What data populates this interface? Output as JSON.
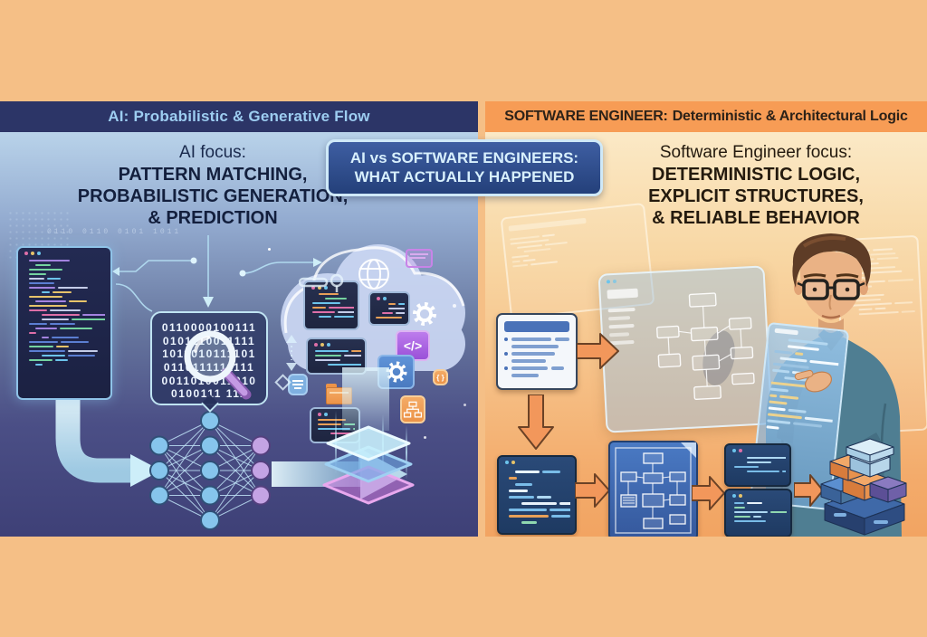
{
  "headers": {
    "left": "AI: Probabilistic & Generative Flow",
    "right_strong": "SOFTWARE ENGINEER:",
    "right_rest": "Deterministic & Architectural Logic"
  },
  "banner": {
    "line1": "AI vs SOFTWARE ENGINEERS:",
    "line2": "WHAT ACTUALLY HAPPENED"
  },
  "left_panel": {
    "focus_title": "AI focus:",
    "focus_line1": "PATTERN MATCHING,",
    "focus_line2": "PROBABILISTIC GENERATION,",
    "focus_line3": "& PREDICTION",
    "binary_rows": [
      "0110000100111",
      "0101110011111",
      "1011010111101",
      "0110111111111",
      "0011010011010",
      "0100111 111"
    ],
    "texture_binary": "0110 0110 0101 1011"
  },
  "right_panel": {
    "focus_title": "Software Engineer focus:",
    "focus_line1": "DETERMINISTIC LOGIC,",
    "focus_line2": "EXPLICIT STRUCTURES,",
    "focus_line3": "& RELIABLE BEHAVIOR"
  },
  "icons": {
    "code_tag": "</>"
  },
  "colors": {
    "background": "#f5bf86",
    "left_header_bg": "#2c3567",
    "left_header_text": "#9dcdf1",
    "right_header_bg": "#f79c55",
    "banner_bg": "#2f4c8c",
    "banner_border": "#cfe9f8",
    "orange_arrow": "#f2975b",
    "light_arrow": "#cfeef8",
    "neural_node_blue": "#86c5ec",
    "neural_node_purple": "#c4a3e4"
  }
}
